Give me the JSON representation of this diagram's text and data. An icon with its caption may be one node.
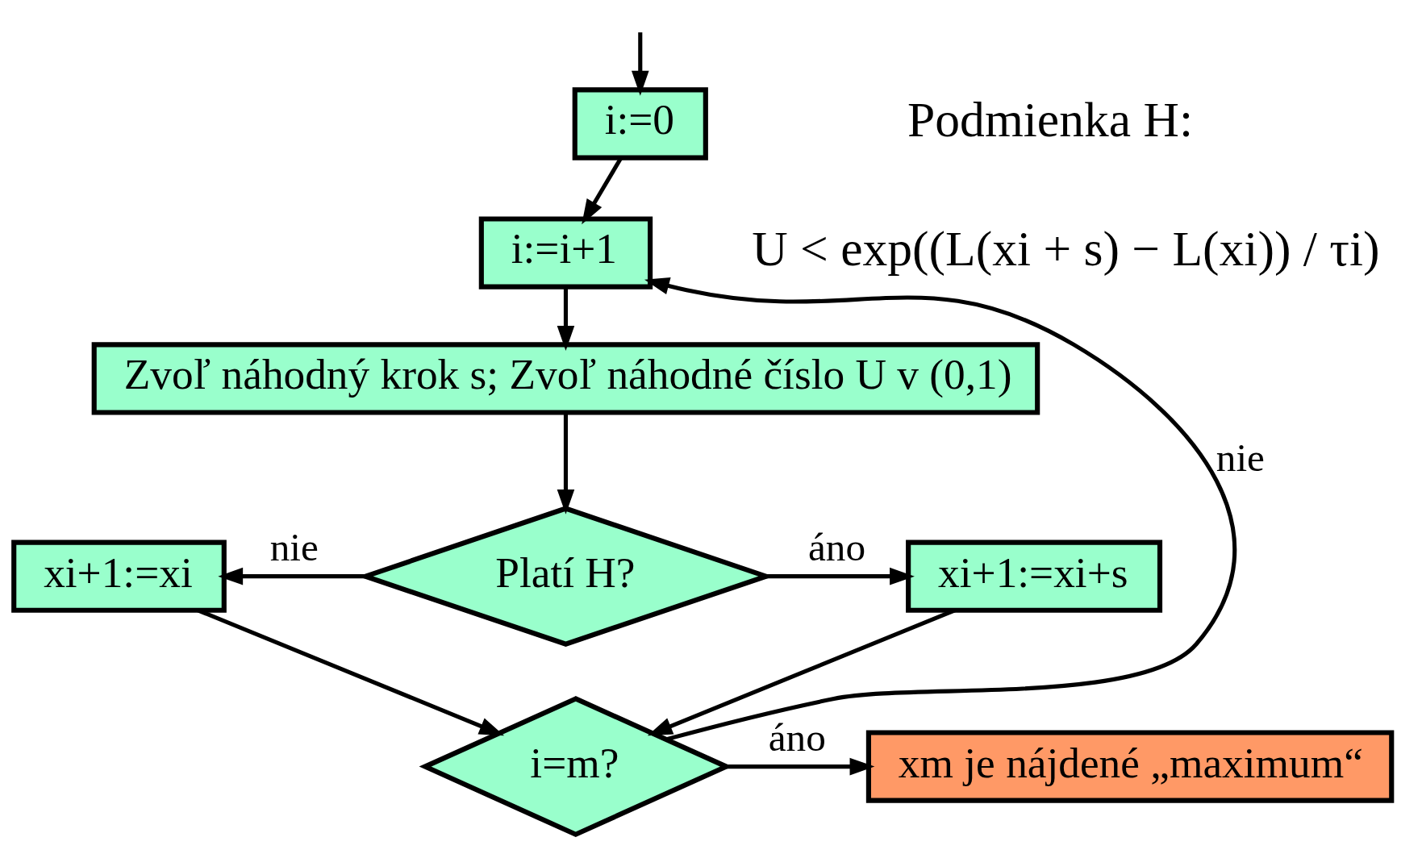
{
  "diagram": {
    "nodes": [
      {
        "text": [
          "i:=0"
        ]
      },
      {
        "text": [
          "i:=i+1"
        ]
      },
      {
        "text": [
          "Zvoľ náhodný krok s; Zvoľ náhodné číslo U v (0,1)"
        ]
      },
      {
        "text": [
          "Platí H?"
        ]
      },
      {
        "text": [
          "xi+1:=xi"
        ]
      },
      {
        "text": [
          "xi+1:=xi+s"
        ]
      },
      {
        "text": [
          "i=m?"
        ]
      },
      {
        "text": [
          "xm je nájdené „maximum“"
        ]
      }
    ],
    "edges": [
      {
        "from": null,
        "to": 0,
        "arrow": "to"
      },
      {
        "from": 0,
        "to": 1,
        "arrow": "to"
      },
      {
        "from": 1,
        "to": 2,
        "arrow": "to"
      },
      {
        "from": 2,
        "to": 3,
        "arrow": "to"
      },
      {
        "from": 3,
        "to": 4,
        "arrow": "to",
        "label": "nie"
      },
      {
        "from": 3,
        "to": 5,
        "arrow": "to",
        "label": "áno"
      },
      {
        "from": 4,
        "to": 6,
        "arrow": "to"
      },
      {
        "from": 5,
        "to": 6,
        "arrow": "to"
      },
      {
        "from": 6,
        "to": 1,
        "arrow": "to",
        "label": "nie"
      },
      {
        "from": 6,
        "to": 7,
        "arrow": "to",
        "label": "áno"
      }
    ],
    "labels": [
      "Podmienka H:",
      "U < exp((L(xi + s) − L(xi)) / τi)"
    ]
  }
}
